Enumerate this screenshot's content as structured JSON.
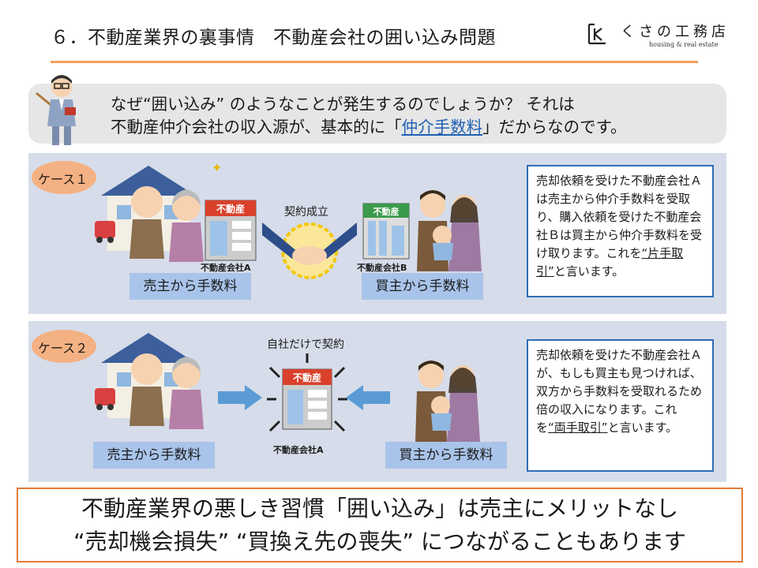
{
  "header": {
    "title": "６．不動産業界の裏事情　不動産会社の囲い込み問題",
    "logo_name": "くさの工務店",
    "logo_sub": "housing & real estate"
  },
  "intro": {
    "line1": "なぜ“囲い込み” のようなことが発生するのでしょうか？ それは",
    "line2_before": "不動産仲介会社の収入源が、基本的に「",
    "line2_highlight": "仲介手数料",
    "line2_after": "」だからなのです。"
  },
  "case1": {
    "label": "ケース１",
    "center": "契約成立",
    "shop_sign": "不動産",
    "company_a": "不動産会社A",
    "company_b": "不動産会社B",
    "seller_fee": "売主から手数料",
    "buyer_fee": "買主から手数料",
    "desc_main": "売却依頼を受けた不動産会社Ａは売主から仲介手数料を受取り、購入依頼を受けた不動産会社Ｂは買主から仲介手数料を受け取ります。これを",
    "desc_term": "“片手取引”",
    "desc_end": "と言います。"
  },
  "case2": {
    "label": "ケース２",
    "center": "自社だけで契約",
    "shop_sign": "不動産",
    "company_a": "不動産会社A",
    "seller_fee": "売主から手数料",
    "buyer_fee": "買主から手数料",
    "desc_main": "売却依頼を受けた不動産会社Ａが、もしも買主も見つければ、双方から手数料を受取れるため倍の収入になります。これを",
    "desc_term": "“両手取引”",
    "desc_end": "と言います。"
  },
  "conclusion": {
    "line1": "不動産業界の悪しき習慣「囲い込み」は売主にメリットなし",
    "line2": "“売却機会損失” “買換え先の喪失” につながることもあります"
  },
  "colors": {
    "accent_orange": "#f0a060",
    "panel_bg": "#d6dce9",
    "fee_box": "#a9c4ea",
    "desc_border": "#2f6db4",
    "highlight": "#1f5fb4"
  }
}
